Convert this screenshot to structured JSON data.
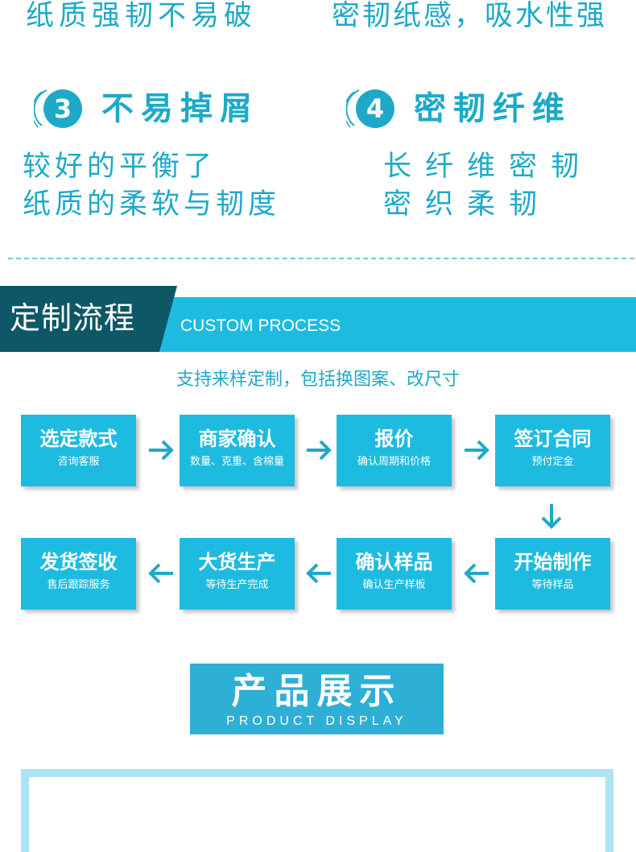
{
  "top_row": {
    "left": "纸质强韧不易破",
    "right": "密韧纸感，吸水性强"
  },
  "features": [
    {
      "number": "3",
      "title": "不易掉屑",
      "lines": [
        "较好的平衡了",
        "纸质的柔软与韧度"
      ]
    },
    {
      "number": "4",
      "title": "密韧纤维",
      "lines": [
        "长纤维密韧",
        "密织柔韧"
      ]
    }
  ],
  "process": {
    "title": "定制流程",
    "subtitle_en": "CUSTOM PROCESS",
    "description": "支持来样定制，包括换图案、改尺寸",
    "steps": [
      {
        "title": "选定款式",
        "sub": "咨询客服"
      },
      {
        "title": "商家确认",
        "sub": "数量、克重、含棉量"
      },
      {
        "title": "报价",
        "sub": "确认周期和价格"
      },
      {
        "title": "签订合同",
        "sub": "预付定金"
      },
      {
        "title": "开始制作",
        "sub": "等待样品"
      },
      {
        "title": "确认样品",
        "sub": "确认生产样板"
      },
      {
        "title": "大货生产",
        "sub": "等待生产完成"
      },
      {
        "title": "发货签收",
        "sub": "售后跟踪服务"
      }
    ]
  },
  "display": {
    "title": "产品展示",
    "subtitle_en": "PRODUCT DISPLAY"
  },
  "colors": {
    "accent": "#1ea9c9",
    "step_box": "#1ebbe0",
    "band_dark": "#0e5766",
    "band_light": "#1ebbe0",
    "frame": "#aee3f4"
  }
}
